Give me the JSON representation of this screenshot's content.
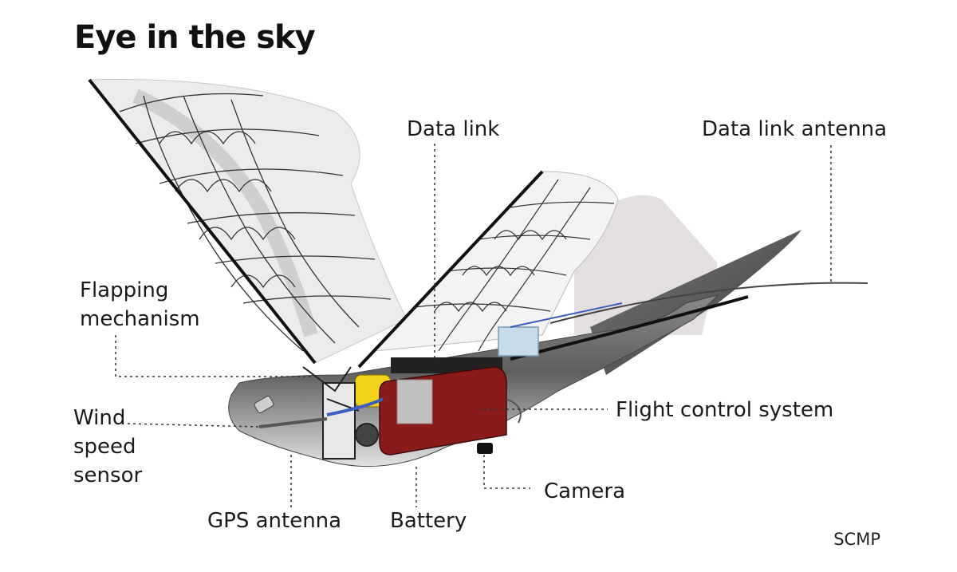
{
  "title": "Eye in the sky",
  "credit": "SCMP",
  "labels": {
    "data_link": "Data link",
    "data_link_antenna": "Data link antenna",
    "flapping_1": "Flapping",
    "flapping_2": "mechanism",
    "wind_1": "Wind",
    "wind_2": "speed",
    "wind_3": "sensor",
    "flight_control": "Flight control system",
    "camera": "Camera",
    "gps_antenna": "GPS antenna",
    "battery": "Battery"
  },
  "colors": {
    "body_dark": "#5a5a5a",
    "body_light": "#e4e4e4",
    "wing_fill": "#eeeeee",
    "flight_control_box": "#8b1a1a",
    "battery": "#f2d21a",
    "wire_blue": "#3a5fbf",
    "leader_line": "#333333"
  }
}
